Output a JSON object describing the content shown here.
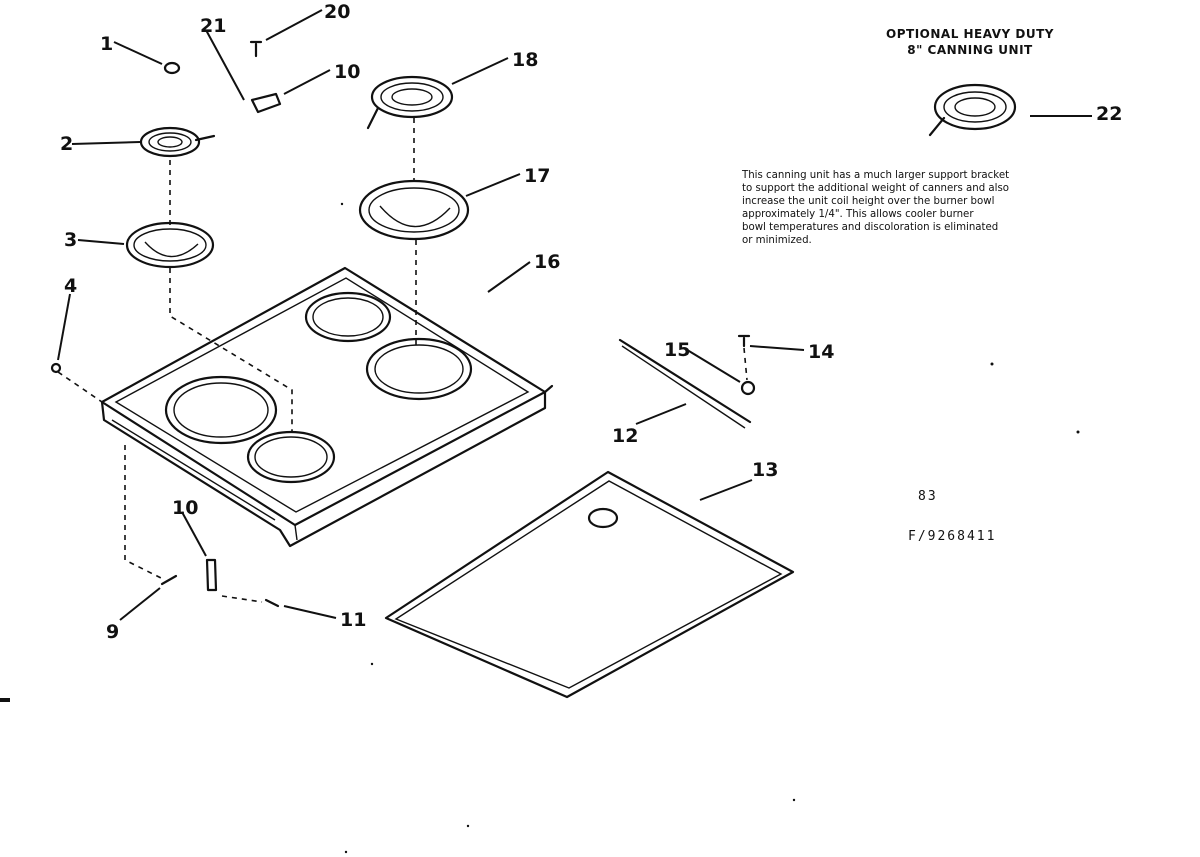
{
  "optional_unit": {
    "title_line1": "OPTIONAL HEAVY DUTY",
    "title_line2": "8\" CANNING UNIT",
    "callout": "22",
    "note_lines": [
      "This canning unit has a much larger support bracket",
      "to support the additional weight of canners and also",
      "increase the  unit coil height over the burner bowl",
      "approximately  1/4\".   This allows cooler burner",
      "bowl temperatures and discoloration is eliminated",
      "or minimized."
    ]
  },
  "callouts": {
    "c1": "1",
    "c2": "2",
    "c3": "3",
    "c4": "4",
    "c9": "9",
    "c10_lower": "10",
    "c10_upper": "10",
    "c11": "11",
    "c12": "12",
    "c13": "13",
    "c14": "14",
    "c15": "15",
    "c16": "16",
    "c17": "17",
    "c18": "18",
    "c20": "20",
    "c21": "21"
  },
  "stamp": {
    "line1": "83",
    "line2": "F/9268411"
  }
}
